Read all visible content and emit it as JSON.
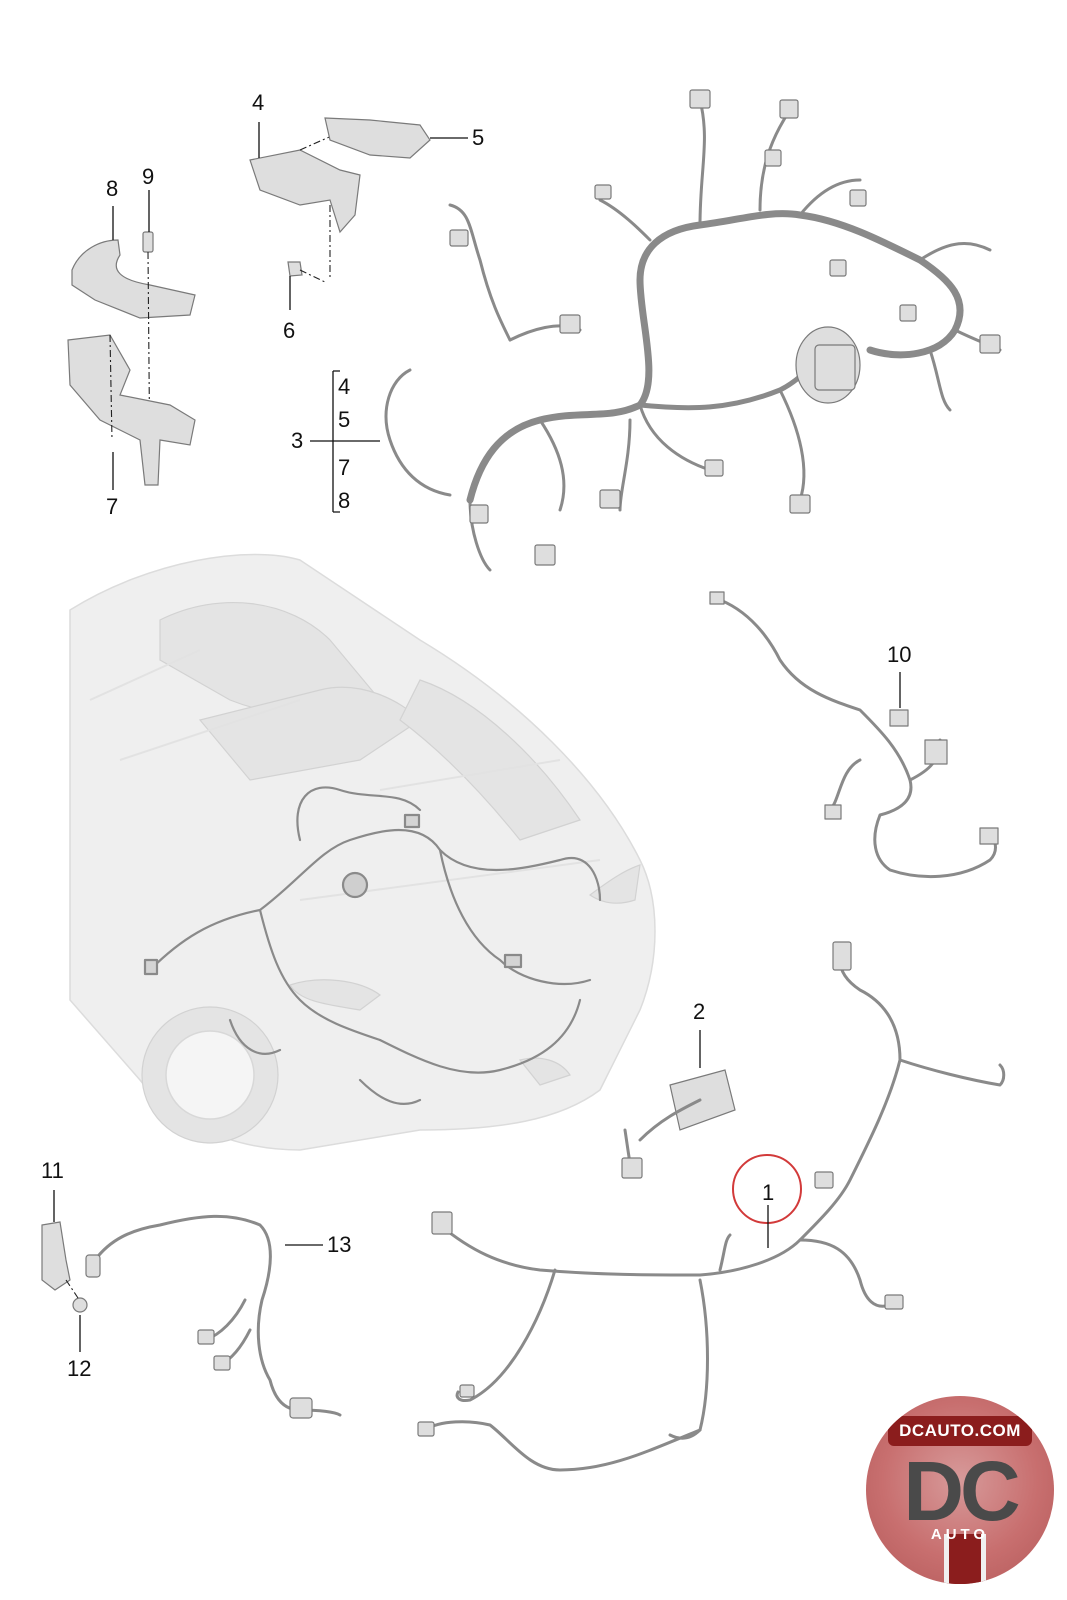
{
  "callouts": {
    "c1": "1",
    "c2": "2",
    "c3": "3",
    "c3_4": "4",
    "c3_5": "5",
    "c3_7": "7",
    "c3_8": "8",
    "c4": "4",
    "c5": "5",
    "c6": "6",
    "c7": "7",
    "c8": "8",
    "c9": "9",
    "c10": "10",
    "c11": "11",
    "c12": "12",
    "c13": "13"
  },
  "logo": {
    "banner": "DCAUTO.COM",
    "letters": "DC",
    "sub": "AUTO"
  },
  "colors": {
    "highlight_circle": "#d23a3a",
    "logo_red": "#8b1d1d"
  }
}
